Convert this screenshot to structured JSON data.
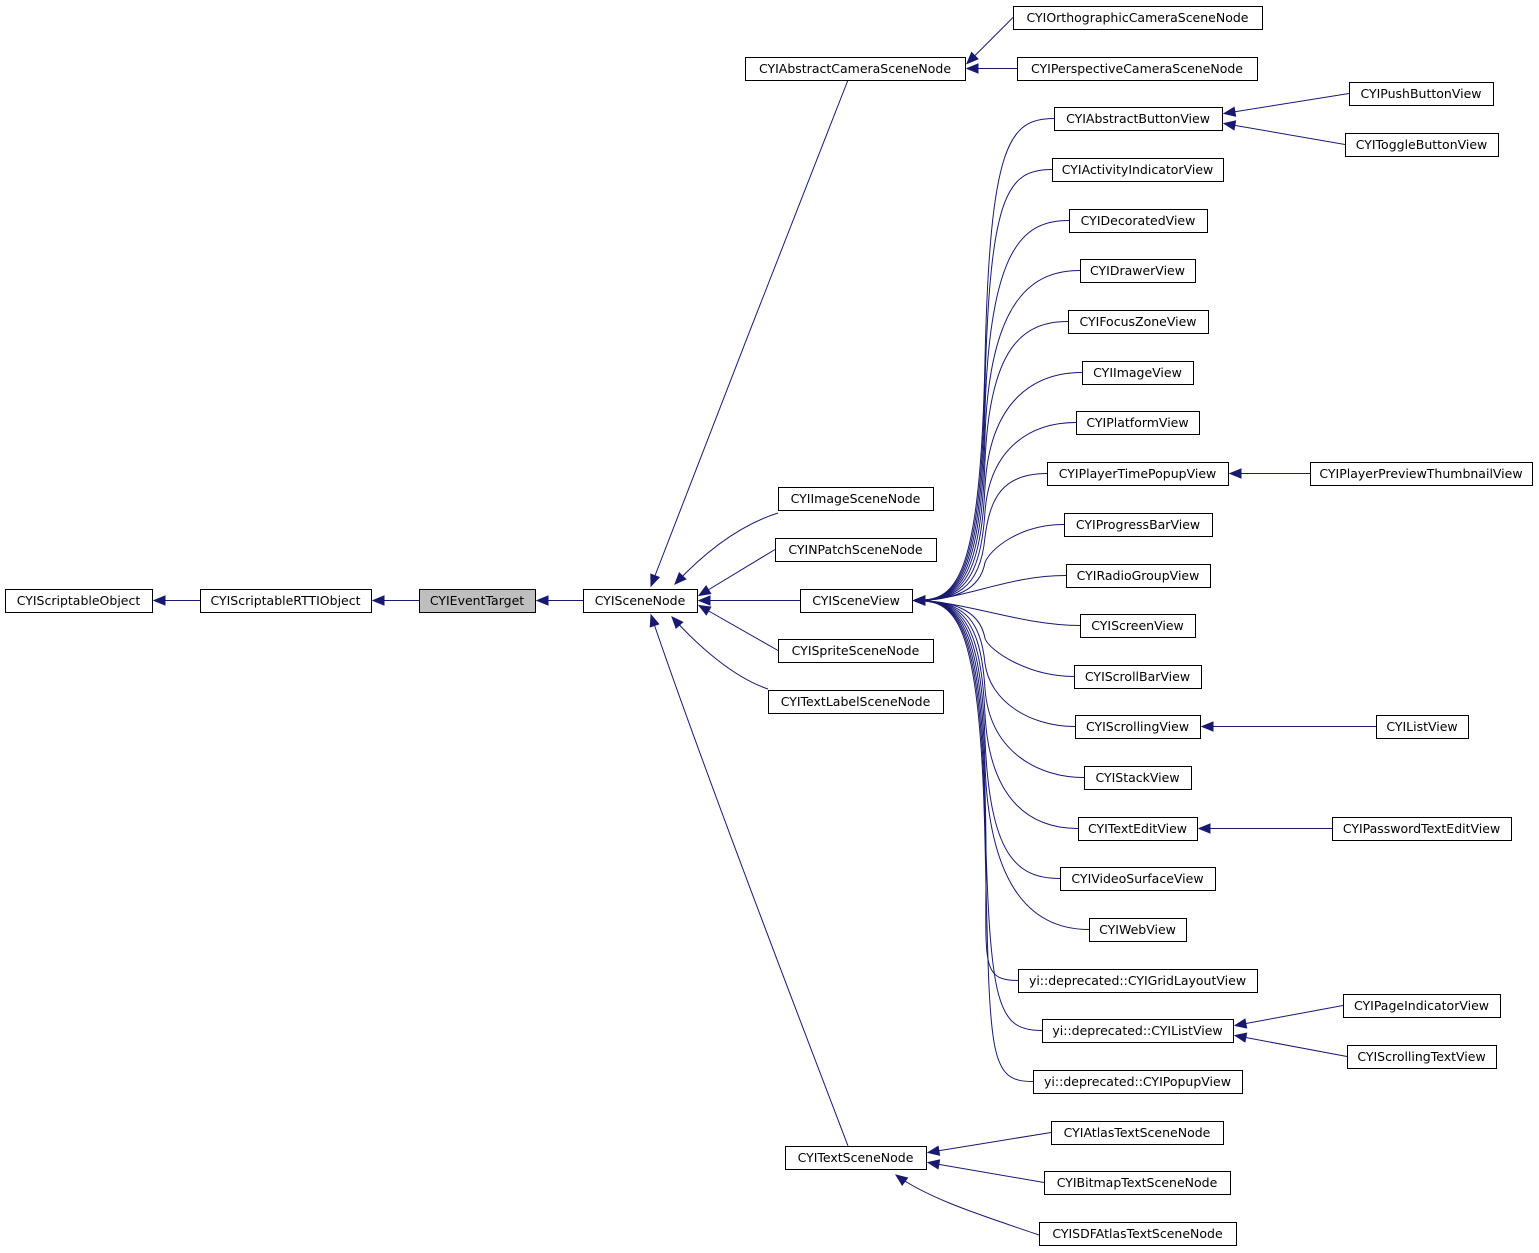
{
  "nodes": [
    {
      "id": "n_scriptable",
      "label": "CYIScriptableObject"
    },
    {
      "id": "n_rtti",
      "label": "CYIScriptableRTTIObject"
    },
    {
      "id": "n_event",
      "label": "CYIEventTarget",
      "current": true
    },
    {
      "id": "n_scenenode",
      "label": "CYISceneNode"
    },
    {
      "id": "n_abscam",
      "label": "CYIAbstractCameraSceneNode"
    },
    {
      "id": "n_ortho",
      "label": "CYIOrthographicCameraSceneNode"
    },
    {
      "id": "n_persp",
      "label": "CYIPerspectiveCameraSceneNode"
    },
    {
      "id": "n_imgscene",
      "label": "CYIImageSceneNode"
    },
    {
      "id": "n_npatch",
      "label": "CYINPatchSceneNode"
    },
    {
      "id": "n_sceneview",
      "label": "CYISceneView"
    },
    {
      "id": "n_sprite",
      "label": "CYISpriteSceneNode"
    },
    {
      "id": "n_textlabel",
      "label": "CYITextLabelSceneNode"
    },
    {
      "id": "n_textscene",
      "label": "CYITextSceneNode"
    },
    {
      "id": "n_absbtn",
      "label": "CYIAbstractButtonView"
    },
    {
      "id": "n_activity",
      "label": "CYIActivityIndicatorView"
    },
    {
      "id": "n_decorated",
      "label": "CYIDecoratedView"
    },
    {
      "id": "n_drawer",
      "label": "CYIDrawerView"
    },
    {
      "id": "n_focus",
      "label": "CYIFocusZoneView"
    },
    {
      "id": "n_imageview",
      "label": "CYIImageView"
    },
    {
      "id": "n_platform",
      "label": "CYIPlatformView"
    },
    {
      "id": "n_playertime",
      "label": "CYIPlayerTimePopupView"
    },
    {
      "id": "n_progress",
      "label": "CYIProgressBarView"
    },
    {
      "id": "n_radio",
      "label": "CYIRadioGroupView"
    },
    {
      "id": "n_screen",
      "label": "CYIScreenView"
    },
    {
      "id": "n_scrollbar",
      "label": "CYIScrollBarView"
    },
    {
      "id": "n_scrolling",
      "label": "CYIScrollingView"
    },
    {
      "id": "n_stack",
      "label": "CYIStackView"
    },
    {
      "id": "n_textedit",
      "label": "CYITextEditView"
    },
    {
      "id": "n_video",
      "label": "CYIVideoSurfaceView"
    },
    {
      "id": "n_web",
      "label": "CYIWebView"
    },
    {
      "id": "n_grid",
      "label": "yi::deprecated::CYIGridLayoutView"
    },
    {
      "id": "n_deplist",
      "label": "yi::deprecated::CYIListView"
    },
    {
      "id": "n_popup",
      "label": "yi::deprecated::CYIPopupView"
    },
    {
      "id": "n_atlas",
      "label": "CYIAtlasTextSceneNode"
    },
    {
      "id": "n_bitmap",
      "label": "CYIBitmapTextSceneNode"
    },
    {
      "id": "n_sdf",
      "label": "CYISDFAtlasTextSceneNode"
    },
    {
      "id": "n_push",
      "label": "CYIPushButtonView"
    },
    {
      "id": "n_toggle",
      "label": "CYIToggleButtonView"
    },
    {
      "id": "n_preview",
      "label": "CYIPlayerPreviewThumbnailView"
    },
    {
      "id": "n_listview",
      "label": "CYIListView"
    },
    {
      "id": "n_password",
      "label": "CYIPasswordTextEditView"
    },
    {
      "id": "n_pageind",
      "label": "CYIPageIndicatorView"
    },
    {
      "id": "n_scrolltext",
      "label": "CYIScrollingTextView"
    }
  ],
  "edges": [
    {
      "from": "n_rtti",
      "to": "n_scriptable"
    },
    {
      "from": "n_event",
      "to": "n_rtti"
    },
    {
      "from": "n_scenenode",
      "to": "n_event"
    },
    {
      "from": "n_abscam",
      "to": "n_scenenode"
    },
    {
      "from": "n_imgscene",
      "to": "n_scenenode"
    },
    {
      "from": "n_npatch",
      "to": "n_scenenode"
    },
    {
      "from": "n_sceneview",
      "to": "n_scenenode"
    },
    {
      "from": "n_sprite",
      "to": "n_scenenode"
    },
    {
      "from": "n_textlabel",
      "to": "n_scenenode"
    },
    {
      "from": "n_textscene",
      "to": "n_scenenode"
    },
    {
      "from": "n_ortho",
      "to": "n_abscam"
    },
    {
      "from": "n_persp",
      "to": "n_abscam"
    },
    {
      "from": "n_absbtn",
      "to": "n_sceneview"
    },
    {
      "from": "n_activity",
      "to": "n_sceneview"
    },
    {
      "from": "n_decorated",
      "to": "n_sceneview"
    },
    {
      "from": "n_drawer",
      "to": "n_sceneview"
    },
    {
      "from": "n_focus",
      "to": "n_sceneview"
    },
    {
      "from": "n_imageview",
      "to": "n_sceneview"
    },
    {
      "from": "n_platform",
      "to": "n_sceneview"
    },
    {
      "from": "n_playertime",
      "to": "n_sceneview"
    },
    {
      "from": "n_progress",
      "to": "n_sceneview"
    },
    {
      "from": "n_radio",
      "to": "n_sceneview"
    },
    {
      "from": "n_screen",
      "to": "n_sceneview"
    },
    {
      "from": "n_scrollbar",
      "to": "n_sceneview"
    },
    {
      "from": "n_scrolling",
      "to": "n_sceneview"
    },
    {
      "from": "n_stack",
      "to": "n_sceneview"
    },
    {
      "from": "n_textedit",
      "to": "n_sceneview"
    },
    {
      "from": "n_video",
      "to": "n_sceneview"
    },
    {
      "from": "n_web",
      "to": "n_sceneview"
    },
    {
      "from": "n_grid",
      "to": "n_sceneview"
    },
    {
      "from": "n_deplist",
      "to": "n_sceneview"
    },
    {
      "from": "n_popup",
      "to": "n_sceneview"
    },
    {
      "from": "n_atlas",
      "to": "n_textscene"
    },
    {
      "from": "n_bitmap",
      "to": "n_textscene"
    },
    {
      "from": "n_sdf",
      "to": "n_textscene"
    },
    {
      "from": "n_push",
      "to": "n_absbtn"
    },
    {
      "from": "n_toggle",
      "to": "n_absbtn"
    },
    {
      "from": "n_preview",
      "to": "n_playertime"
    },
    {
      "from": "n_listview",
      "to": "n_scrolling"
    },
    {
      "from": "n_password",
      "to": "n_textedit"
    },
    {
      "from": "n_pageind",
      "to": "n_deplist"
    },
    {
      "from": "n_scrolltext",
      "to": "n_deplist"
    }
  ],
  "colors": {
    "edge": "#191970",
    "node_fill": "#ffffff",
    "current_fill": "#bfbfbf",
    "border": "#000000"
  }
}
